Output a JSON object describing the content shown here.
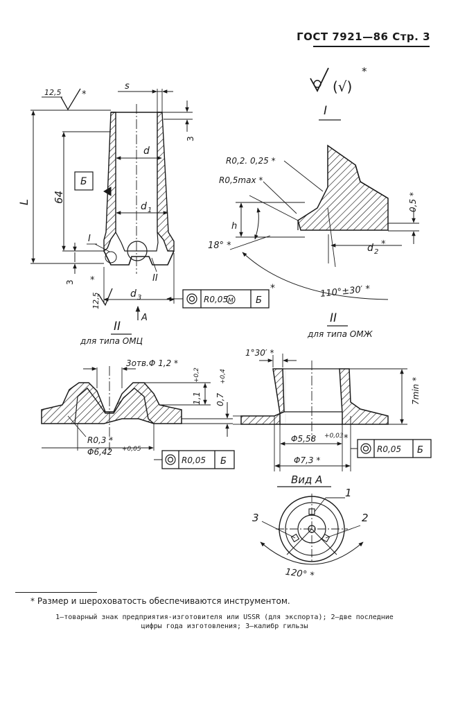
{
  "header": {
    "standard": "ГОСТ 7921—86",
    "page": "Стр. 3"
  },
  "roughness_top": {
    "alt": "(√)",
    "star": "*"
  },
  "main_view": {
    "rough_top": "12,5",
    "rough_bottom": "12,5",
    "star": "*",
    "dim_s": "s",
    "dim_d": "d",
    "dim_d1": "d",
    "sub_1": "1",
    "dim_d3": "d",
    "sub_3": "3",
    "dim_L": "L",
    "dim_64": "64",
    "dim_3_top": "3",
    "dim_3_bottom": "3",
    "datum_letter": "Б",
    "leader_I": "I",
    "leader_II": "II",
    "view_arrow": "A",
    "tolerance": {
      "value": "R0,05",
      "modifier": "M",
      "datum": "Б",
      "star": "*"
    }
  },
  "detail_I": {
    "title": "I",
    "r02": "R0,2.  0,25 *",
    "r05max": "R0,5max *",
    "h": "h",
    "angle_18": "18° *",
    "dim_05": "0,5 *",
    "dim_d2": "d",
    "sub_2": "2",
    "d2_star": "*",
    "angle_110": "110°±30′ *"
  },
  "detail_II_left": {
    "title": "II",
    "subtitle": "для типа ОМЦ",
    "holes": "3отв.Φ 1,2 *",
    "dim_11": "1,1",
    "tol_11": "+0,2",
    "dim_07": "0,7",
    "tol_07": "+0,4",
    "r03": "R0,3 *",
    "dia": "Φ6,42",
    "dia_tol": "+0,05",
    "tolerance": {
      "value": "R0,05",
      "datum": "Б"
    }
  },
  "detail_II_right": {
    "title": "II",
    "subtitle": "для типа ОМЖ",
    "angle": "1°30′ *",
    "dim_7min": "7min *",
    "dia_inner": "Φ5,58",
    "dia_inner_tol": "+0,03",
    "dia_inner_star": "*",
    "dia_outer": "Φ7,3 *",
    "tolerance": {
      "value": "R0,05",
      "datum": "Б"
    }
  },
  "view_a": {
    "title": "Вид А",
    "label_1": "1",
    "label_2": "2",
    "label_3": "3",
    "angle": "120° *"
  },
  "footnote": {
    "main": "* Размер и шероховатость обеспечиваются инструментом.",
    "legend_line1": "1—товарный знак предприятия-изготовителя или USSR (для экспорта); 2—две последние",
    "legend_line2": "цифры года изготовления; 3—калибр гильзы"
  }
}
